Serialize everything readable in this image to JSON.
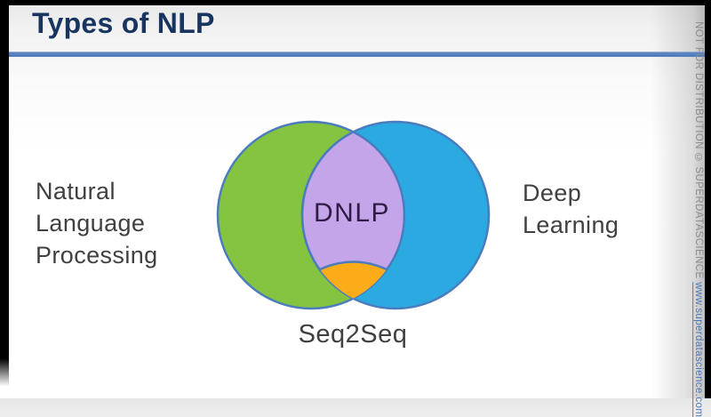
{
  "header": {
    "title": "Types of NLP",
    "title_color": "#17355F",
    "divider_color": "#5C86C4"
  },
  "venn": {
    "type": "venn-diagram",
    "outline_color": "#4b7cbe",
    "left_set": {
      "label_lines": [
        "Natural",
        "Language",
        "Processing"
      ],
      "color": "#85c441"
    },
    "right_set": {
      "label_lines": [
        "Deep",
        "Learning"
      ],
      "color": "#2aaae1"
    },
    "intersection": {
      "label": "DNLP",
      "color": "#c5a5e9",
      "text_color": "#2f1c47"
    },
    "subset": {
      "label": "Seq2Seq",
      "color": "#fbac18"
    }
  },
  "watermark": {
    "notice": "NOT FOR DISTRIBUTION © SUPERDATASCIENCE",
    "link": "www.superdatascience.com"
  }
}
